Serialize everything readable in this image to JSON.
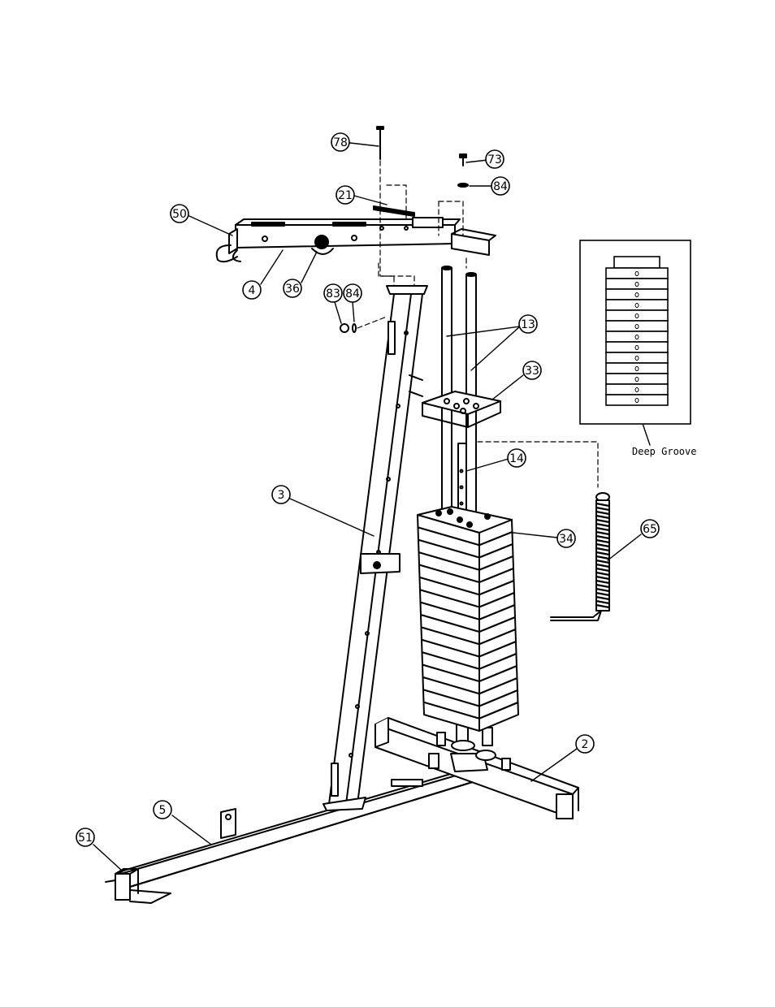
{
  "parts": {
    "p78": "78",
    "p73": "73",
    "p84a": "84",
    "p21": "21",
    "p50": "50",
    "p4": "4",
    "p36": "36",
    "p83": "83",
    "p84b": "84",
    "p13": "13",
    "p33": "33",
    "p14": "14",
    "p3": "3",
    "p34": "34",
    "p65": "65",
    "p2": "2",
    "p5": "5",
    "p51": "51"
  },
  "inset": {
    "caption": "Deep Groove"
  }
}
